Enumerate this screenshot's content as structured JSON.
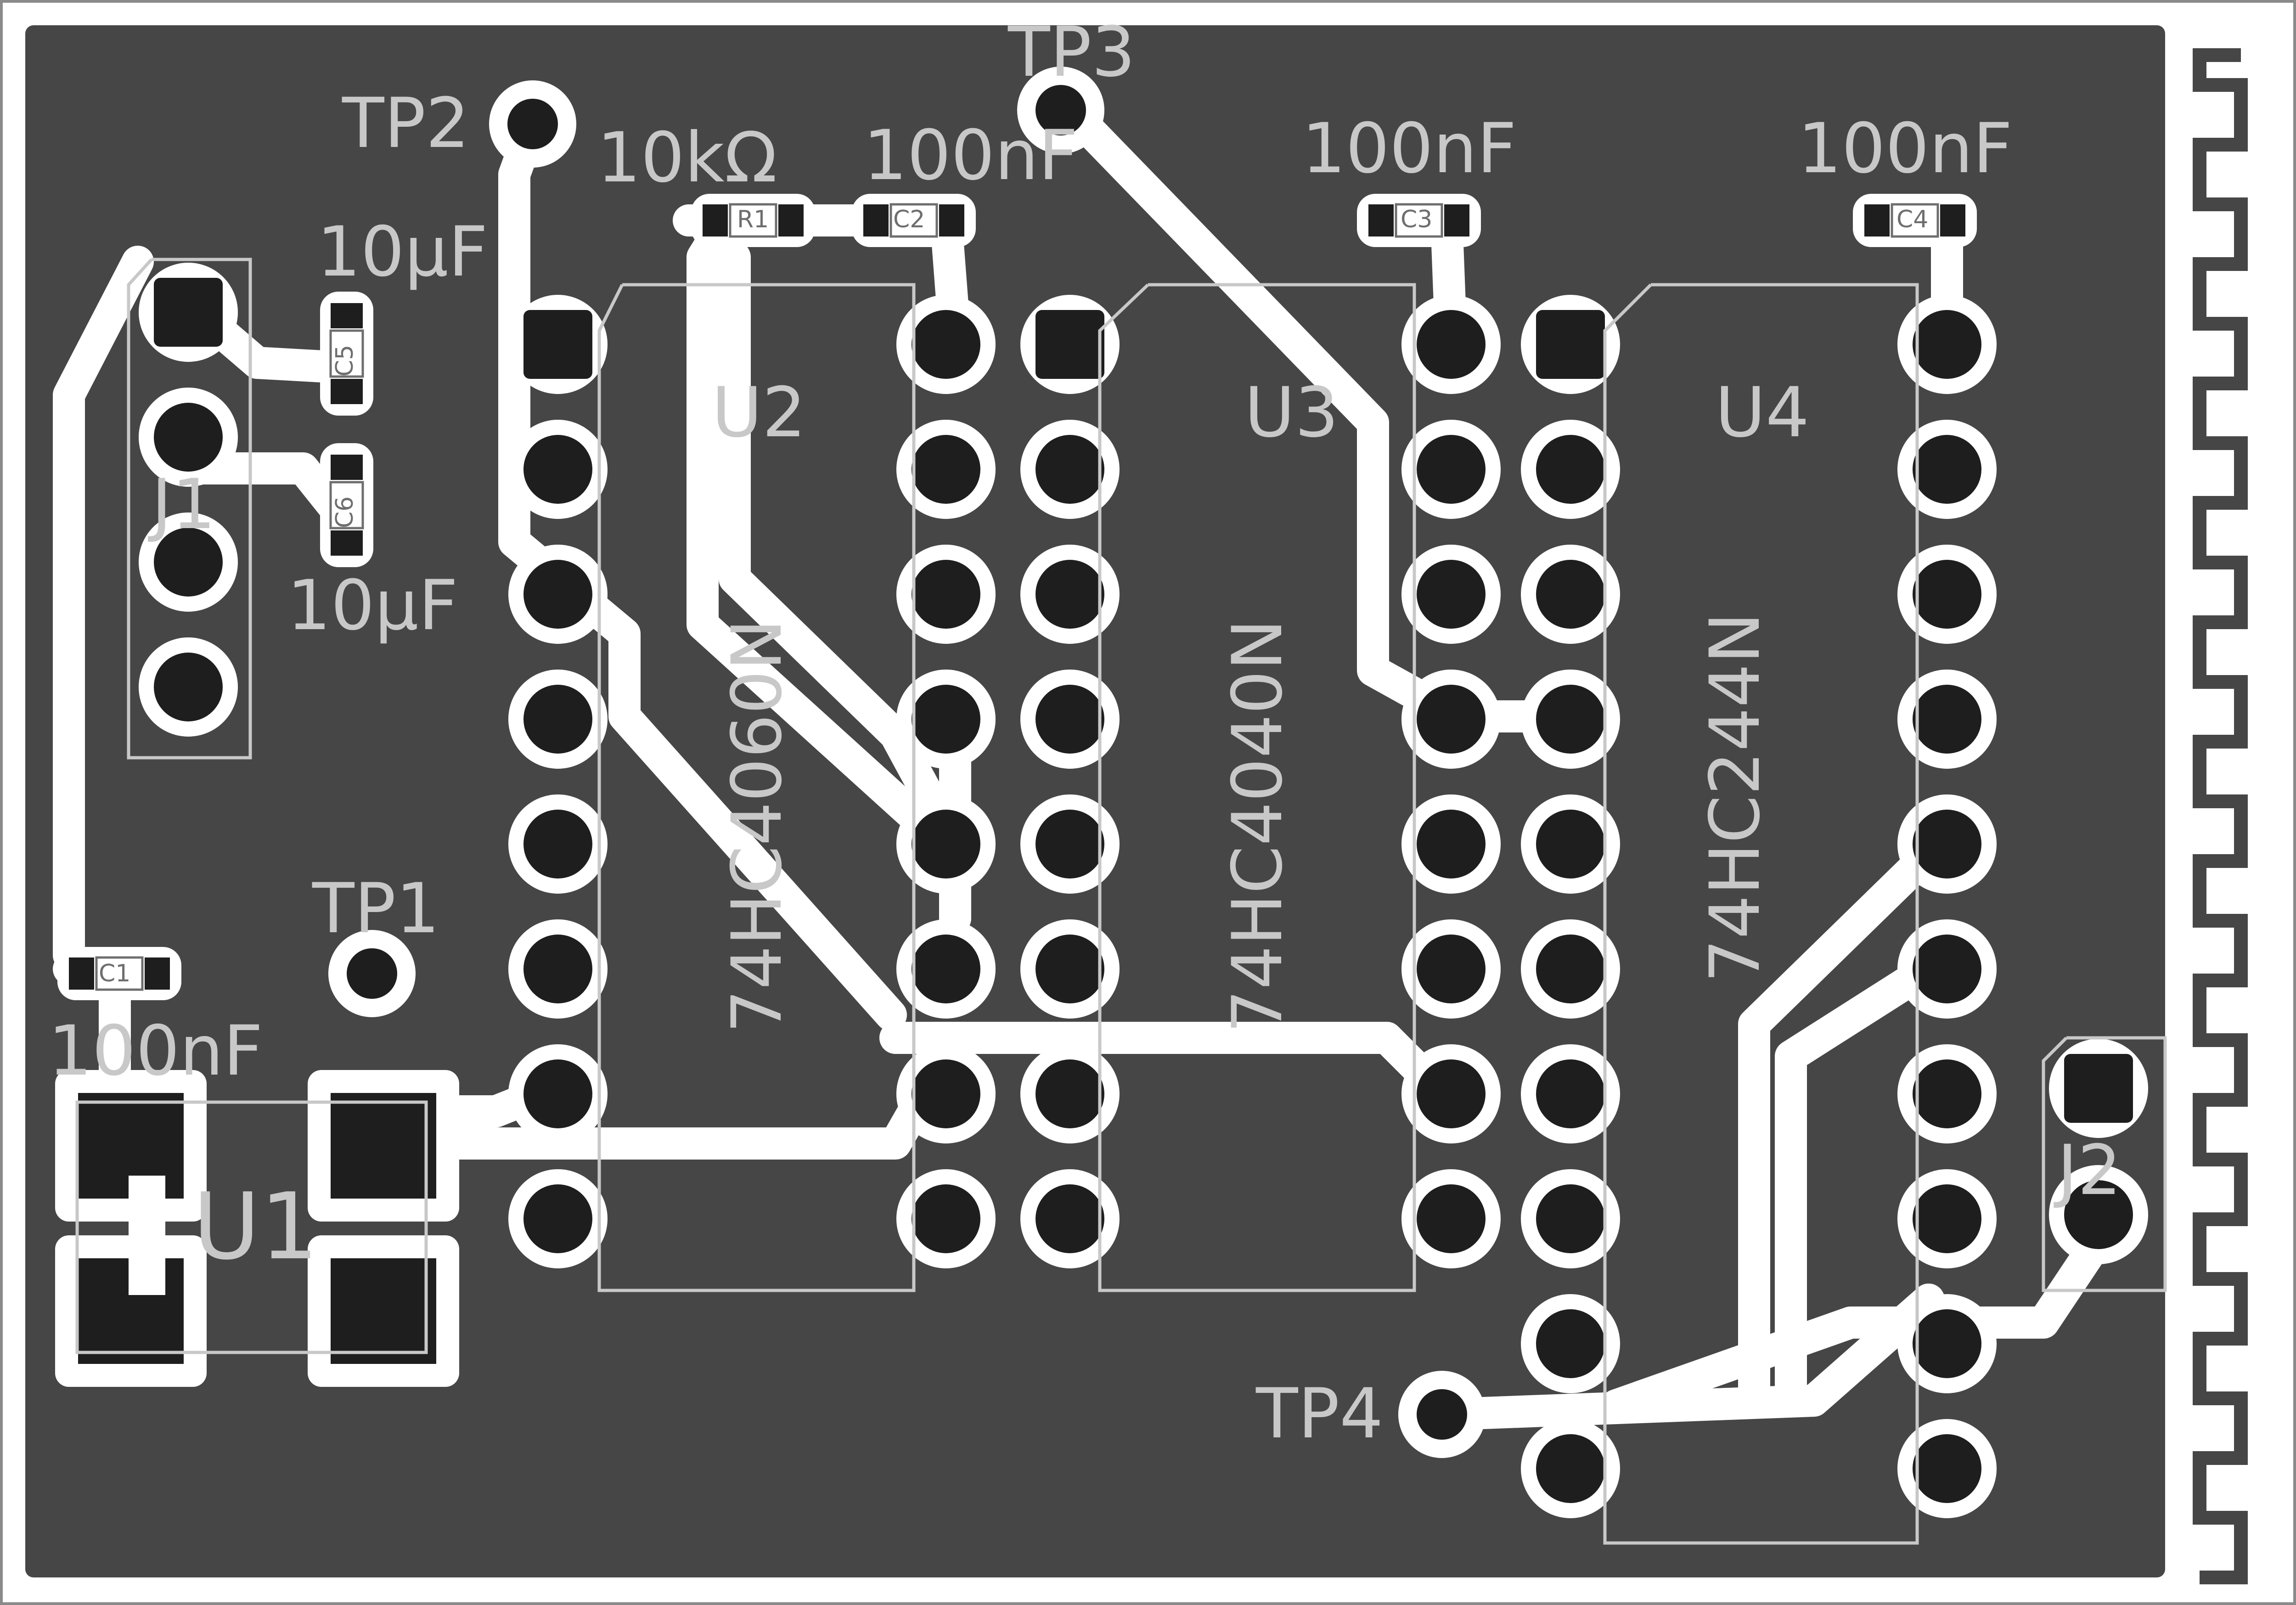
{
  "colors": {
    "background": "#ffffff",
    "board_fill": "#464646",
    "copper_clearance": "#ffffff",
    "pad": "#1e1e1e",
    "silkscreen": "#c8c8c8",
    "trace": "#ffffff"
  },
  "test_points": [
    {
      "label": "TP1"
    },
    {
      "label": "TP2"
    },
    {
      "label": "TP3"
    },
    {
      "label": "TP4"
    }
  ],
  "components": {
    "u1": {
      "ref": "U1"
    },
    "u2": {
      "ref": "U2",
      "part": "74HC4060N"
    },
    "u3": {
      "ref": "U3",
      "part": "74HC4040N"
    },
    "u4": {
      "ref": "U4",
      "part": "74HC244N"
    },
    "j1": {
      "ref": "J1"
    },
    "j2": {
      "ref": "J2"
    },
    "r1": {
      "ref": "R1",
      "value": "10kΩ"
    },
    "c1": {
      "ref": "C1",
      "value": "100nF"
    },
    "c2": {
      "ref": "C2",
      "value": "100nF"
    },
    "c3": {
      "ref": "C3",
      "value": "100nF"
    },
    "c4": {
      "ref": "C4",
      "value": "100nF"
    },
    "c5": {
      "ref": "C5",
      "value": "10µF"
    },
    "c6": {
      "ref": "C6",
      "value": "10µF"
    }
  }
}
